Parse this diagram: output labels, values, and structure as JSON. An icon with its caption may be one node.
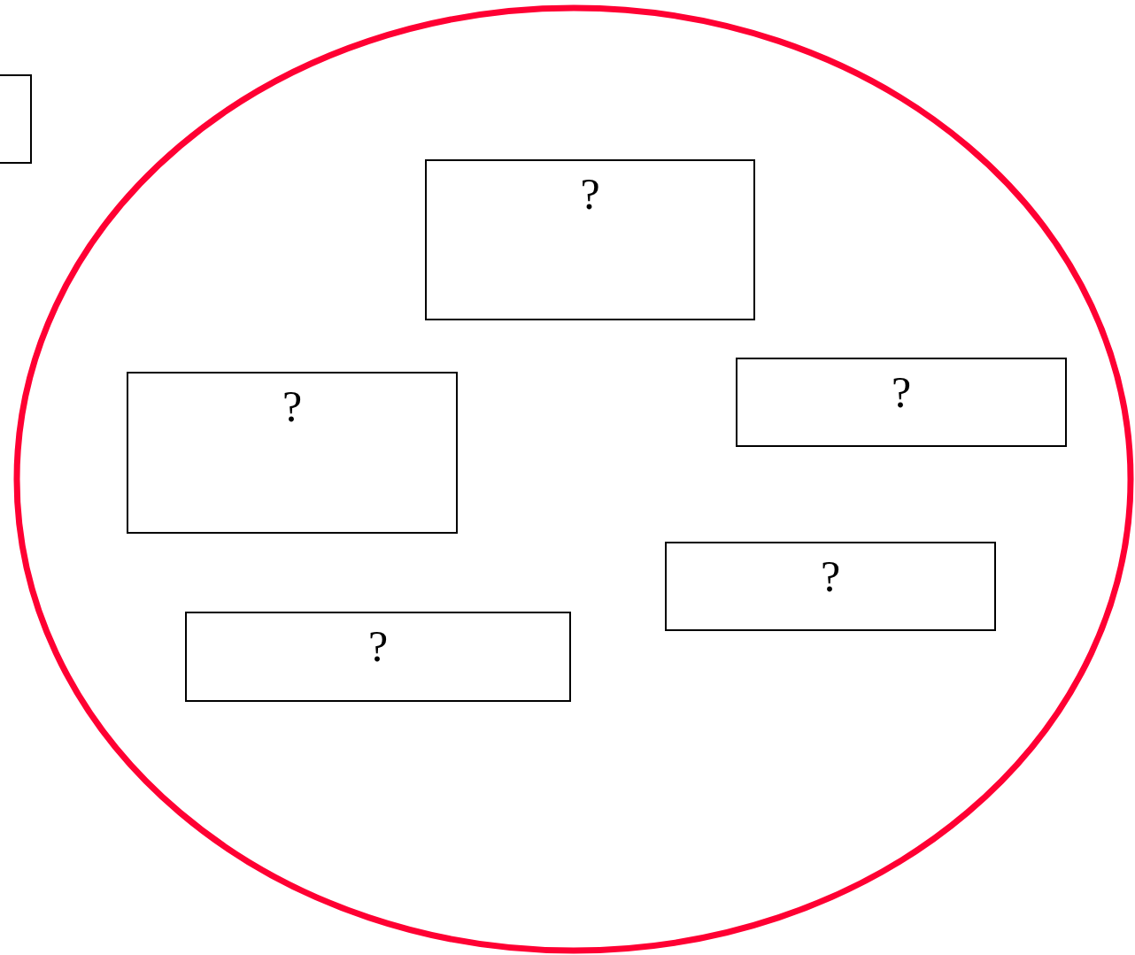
{
  "diagram": {
    "nodes": [
      {
        "text": [],
        "shape": "ellipse"
      },
      {
        "text": [],
        "shape": "box"
      },
      {
        "text": [
          "?"
        ],
        "in": 0
      },
      {
        "text": [
          "?"
        ],
        "in": 0
      },
      {
        "text": [
          "?"
        ],
        "in": 0
      },
      {
        "text": [
          "?"
        ],
        "in": 0
      },
      {
        "text": [
          "?"
        ],
        "in": 0
      }
    ]
  }
}
